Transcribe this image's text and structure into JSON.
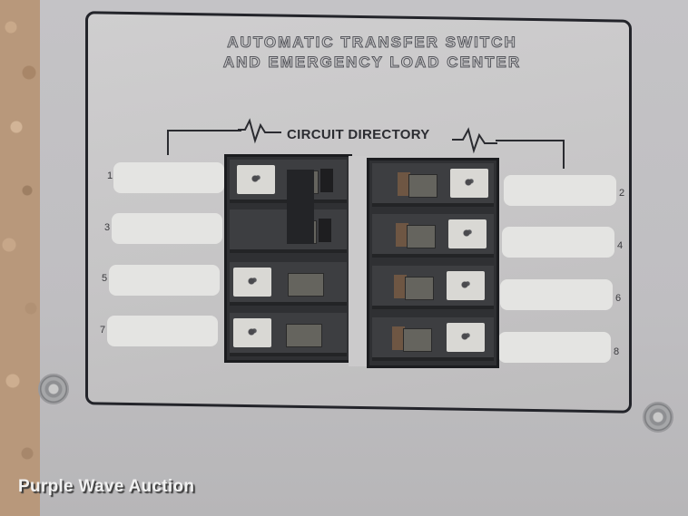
{
  "panel": {
    "title_line1": "AUTOMATIC TRANSFER SWITCH",
    "title_line2": "AND EMERGENCY LOAD CENTER",
    "directory_label": "CIRCUIT DIRECTORY"
  },
  "circuits": {
    "left": [
      {
        "number": "1"
      },
      {
        "number": "3"
      },
      {
        "number": "5"
      },
      {
        "number": "7"
      }
    ],
    "right": [
      {
        "number": "2"
      },
      {
        "number": "4"
      },
      {
        "number": "6"
      },
      {
        "number": "8"
      }
    ]
  },
  "watermark": "Purple Wave Auction",
  "colors": {
    "panel_face": "#c9c8c9",
    "border": "#23242a",
    "breaker_body": "#3d3e41",
    "label_blank": "#e4e4e2"
  }
}
